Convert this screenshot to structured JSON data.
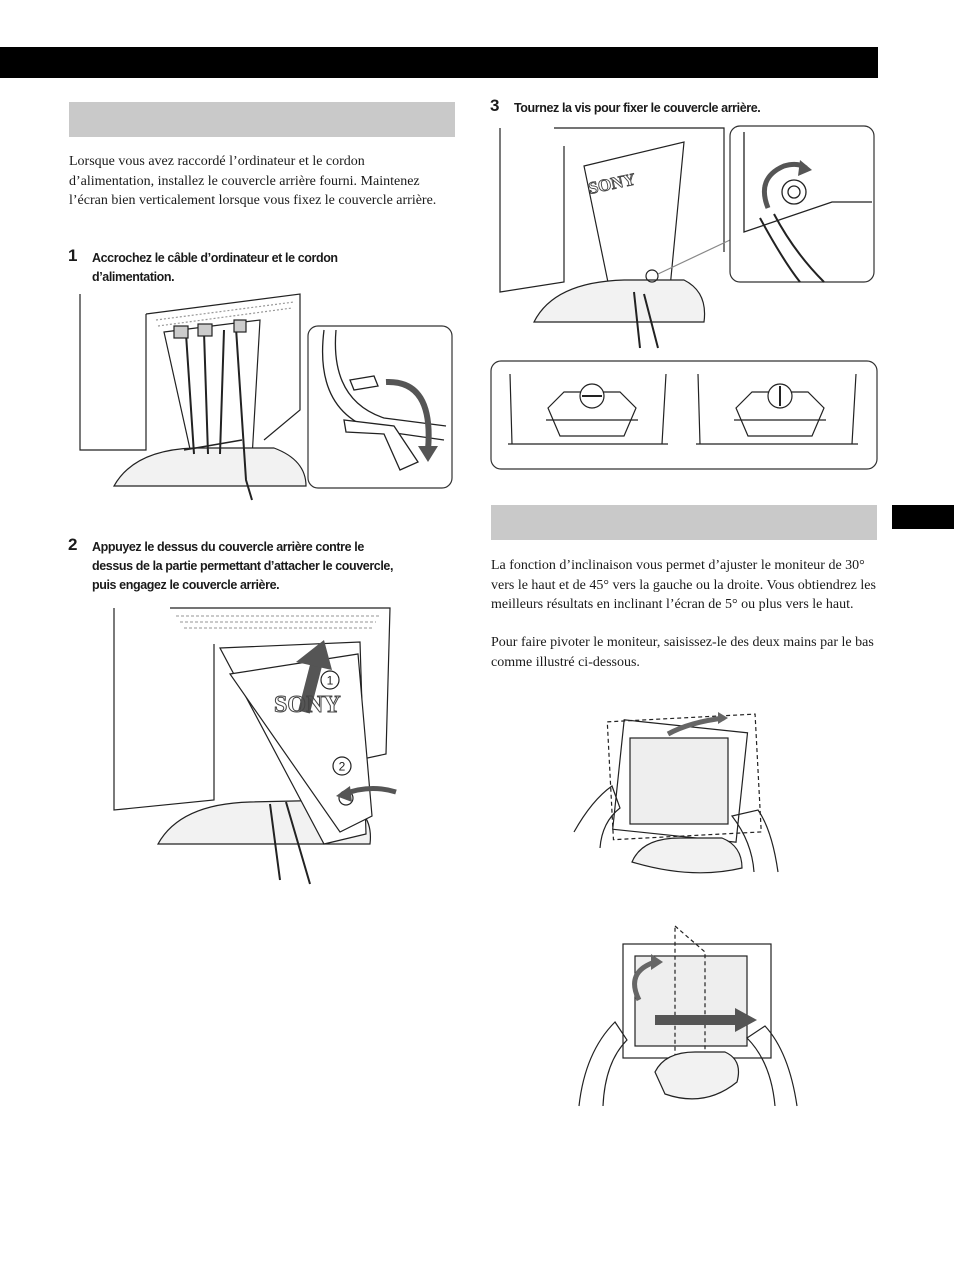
{
  "intro": {
    "paragraph": "Lorsque vous avez raccordé l’ordinateur et le cordon d’alimentation, installez le couvercle arrière fourni. Maintenez l’écran bien verticalement lorsque vous fixez le couvercle arrière."
  },
  "steps": [
    {
      "number": "1",
      "text": "Accrochez le câble d’ordinateur et le cordon d’alimentation."
    },
    {
      "number": "2",
      "text": "Appuyez le dessus du couvercle arrière contre le dessus de la partie permettant d’attacher le couvercle, puis engagez le couvercle arrière."
    },
    {
      "number": "3",
      "text": "Tournez la vis pour fixer le couvercle arrière."
    }
  ],
  "figure_labels": {
    "brand": "SONY",
    "callout_1": "1",
    "callout_2": "2"
  },
  "tilt": {
    "paragraph_1": "La fonction d’inclinaison vous permet d’ajuster le moniteur de 30° vers le haut et de 45° vers la gauche ou la droite. Vous obtiendrez les meilleurs résultats en inclinant l’écran de 5° ou plus vers le haut.",
    "paragraph_2": "Pour faire pivoter le moniteur, saisissez-le des deux mains par le bas comme illustré ci-dessous."
  }
}
